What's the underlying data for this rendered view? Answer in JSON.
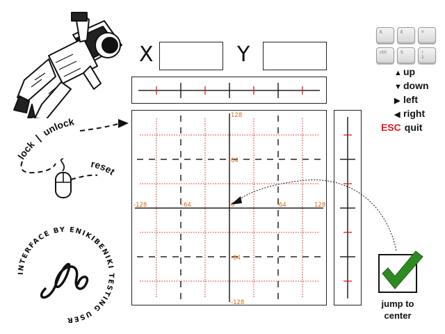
{
  "coords": {
    "x_label": "X",
    "y_label": "Y",
    "x_value": "",
    "y_value": ""
  },
  "keyboard": {
    "keys": [
      "K",
      "E",
      "Y",
      "ctrl",
      "S",
      "!\n1"
    ]
  },
  "legend": {
    "up": "up",
    "down": "down",
    "left": "left",
    "right": "right",
    "esc_key": "ESC",
    "quit": "quit"
  },
  "hints": {
    "lock": "lock",
    "separator": "|",
    "unlock": "unlock",
    "reset": "reset",
    "jump_to_center": "jump to\ncenter"
  },
  "seal": {
    "text": "INTERFACE BY ENIKIBENIKI TESTING USER"
  },
  "grid": {
    "tick_labels": [
      "-128",
      "-64",
      "0",
      "64",
      "128"
    ],
    "v_tick_labels": [
      "128",
      "64",
      "-64",
      "-128"
    ]
  },
  "colors": {
    "accent_red": "#e0161b",
    "tick_orange": "#d46b08",
    "check_green": "#2e8b22"
  },
  "icons": {
    "astronaut": "astronaut-icon",
    "mouse": "mouse-icon",
    "check": "checkmark-icon"
  }
}
